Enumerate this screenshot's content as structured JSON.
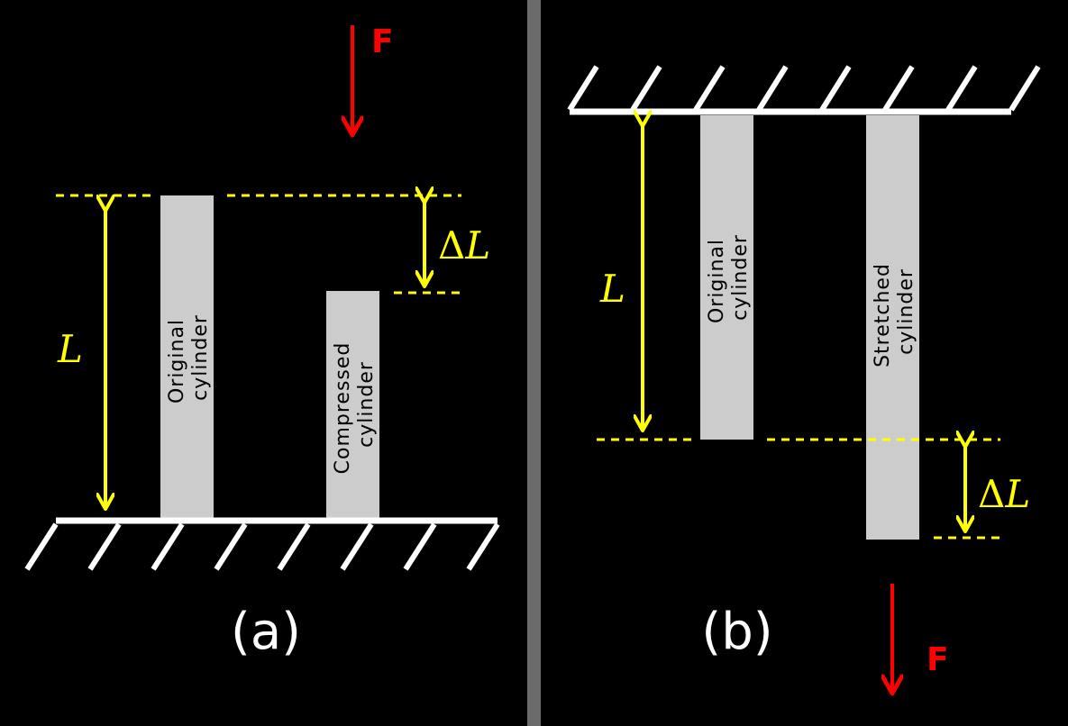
{
  "colors": {
    "background": "#000000",
    "divider": "#6b6b6b",
    "force": "#ff0000",
    "dimension": "#ffff00",
    "support": "#ffffff",
    "cylinder": "#cccccc",
    "cylinder_text": "#000000"
  },
  "panel_a": {
    "force_label": "F",
    "length_label": "L",
    "delta_symbol": "Δ",
    "delta_var": "L",
    "original_line1": "Original",
    "original_line2": "cylinder",
    "changed_line1": "Compressed",
    "changed_line2": "cylinder",
    "caption": "(a)"
  },
  "panel_b": {
    "force_label": "F",
    "length_label": "L",
    "delta_symbol": "Δ",
    "delta_var": "L",
    "original_line1": "Original",
    "original_line2": "cylinder",
    "changed_line1": "Stretched",
    "changed_line2": "cylinder",
    "caption": "(b)"
  }
}
